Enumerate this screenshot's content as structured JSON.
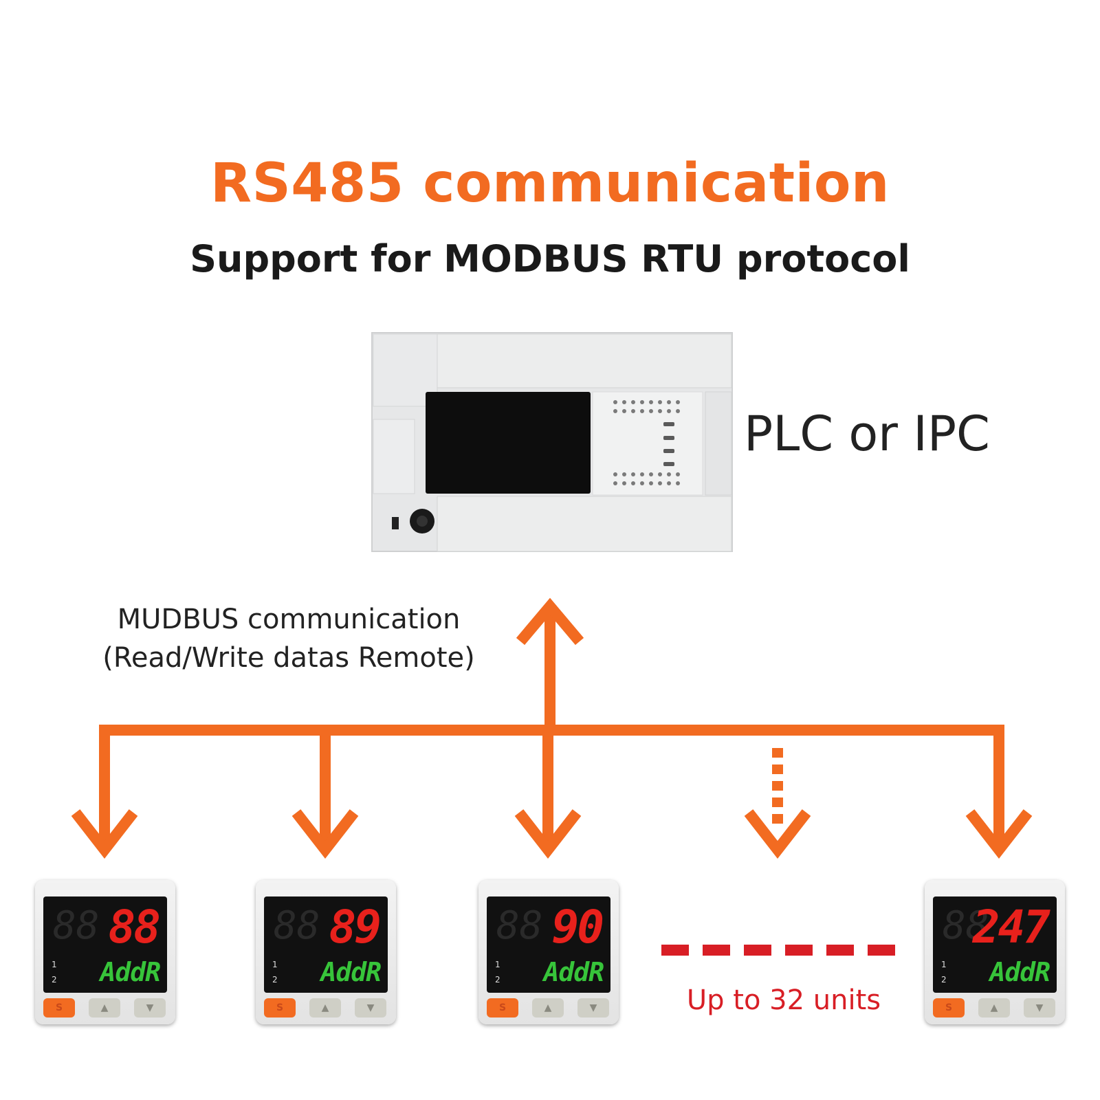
{
  "header": {
    "title": "RS485 communication",
    "subtitle": "Support for MODBUS RTU protocol"
  },
  "master": {
    "label": "PLC or IPC"
  },
  "bus": {
    "label_line1": "MUDBUS communication",
    "label_line2": "(Read/Write datas Remote)",
    "color": "#f26b21"
  },
  "devices": [
    {
      "code": "88",
      "addr_label": "AddR"
    },
    {
      "code": "89",
      "addr_label": "AddR"
    },
    {
      "code": "90",
      "addr_label": "AddR"
    },
    {
      "code": "247",
      "addr_label": "AddR"
    }
  ],
  "ellipsis": {
    "label": "Up to 32 units",
    "color": "#d81e25"
  },
  "colors": {
    "accent": "#f26b21",
    "display_red": "#e8211c",
    "display_green": "#37c43a"
  }
}
